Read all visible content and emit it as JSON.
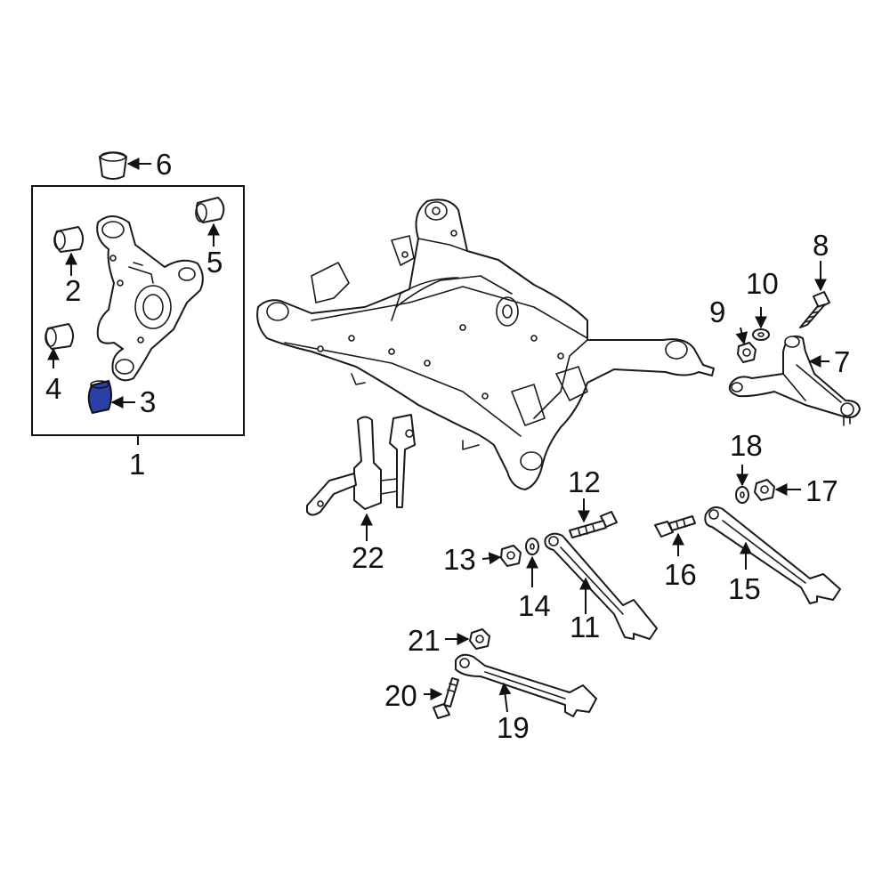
{
  "highlight_color": "#2a3fa8",
  "highlighted_part": "3",
  "callouts": {
    "c1": "1",
    "c2": "2",
    "c3": "3",
    "c4": "4",
    "c5": "5",
    "c6": "6",
    "c7": "7",
    "c8": "8",
    "c9": "9",
    "c10": "10",
    "c11": "11",
    "c12": "12",
    "c13": "13",
    "c14": "14",
    "c15": "15",
    "c16": "16",
    "c17": "17",
    "c18": "18",
    "c19": "19",
    "c20": "20",
    "c21": "21",
    "c22": "22"
  }
}
